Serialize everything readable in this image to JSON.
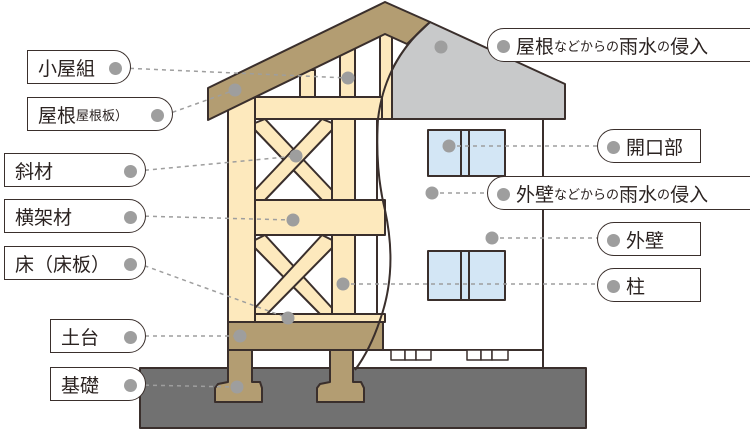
{
  "left_labels": [
    {
      "id": "koyagumi",
      "text": "小屋組"
    },
    {
      "id": "yane",
      "text": "屋根",
      "sub": "屋根板）"
    },
    {
      "id": "shazai",
      "text": "斜材"
    },
    {
      "id": "okakazai",
      "text": "横架材"
    },
    {
      "id": "yuka",
      "text": "床（床板）"
    },
    {
      "id": "dodai",
      "text": "土台"
    },
    {
      "id": "kiso",
      "text": "基礎"
    }
  ],
  "right_labels": [
    {
      "id": "yane-rain",
      "a": "屋根",
      "b": "などからの",
      "c": "雨水",
      "d": "の",
      "e": "侵入"
    },
    {
      "id": "kaikoubu",
      "text": "開口部"
    },
    {
      "id": "gaiheki-rain",
      "a": "外壁",
      "b": "などからの",
      "c": "雨水",
      "d": "の",
      "e": "侵入"
    },
    {
      "id": "gaiheki",
      "text": "外壁"
    },
    {
      "id": "hashira",
      "text": "柱"
    }
  ],
  "colors": {
    "wood": "#fde9bd",
    "brown": "#b39d72",
    "roof_gray": "#c8c9ca",
    "ground": "#717171",
    "window": "#d3e6f5",
    "outline": "#3a2f2c",
    "dot": "#9e9e9e"
  }
}
